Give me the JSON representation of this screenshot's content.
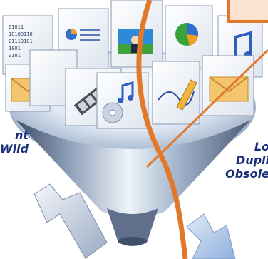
{
  "captions": {
    "left": [
      "nt",
      "Wild"
    ],
    "right": [
      "Lo",
      "Dupli",
      "Obsole"
    ]
  },
  "icons": [
    "binary-document",
    "chart-document",
    "photo-document",
    "pie-chart-document",
    "music-document",
    "mail-document",
    "film-document",
    "cd-document",
    "edit-document",
    "mail-document-right"
  ],
  "colors": {
    "funnel_light": "#dfe8f4",
    "funnel_mid": "#9fb1c9",
    "funnel_dark": "#4d5d78",
    "divider": "#e2782a",
    "caption": "#1a2f7a",
    "arrow": "#b9c9df"
  }
}
